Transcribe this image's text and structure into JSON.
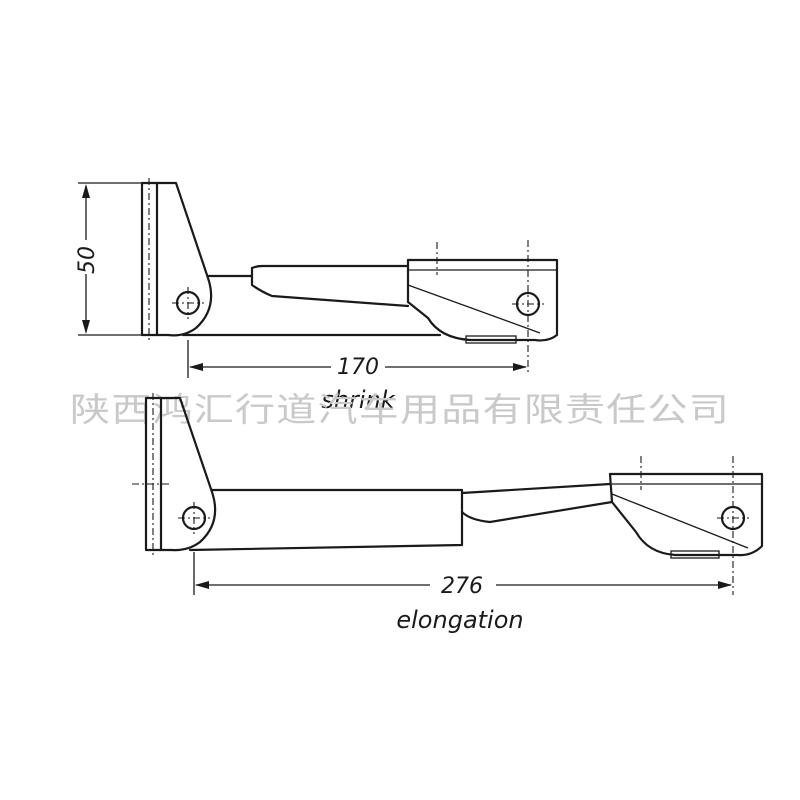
{
  "dimensions": {
    "height": "50",
    "shrink_length": "170",
    "elongation_length": "276"
  },
  "labels": {
    "shrink": "shrink",
    "elongation": "elongation"
  },
  "watermark": "陕西鸿汇行道汽车用品有限责任公司",
  "colors": {
    "ink": "#1a1a1a",
    "watermark": "#c9c9c9",
    "background": "#ffffff"
  }
}
